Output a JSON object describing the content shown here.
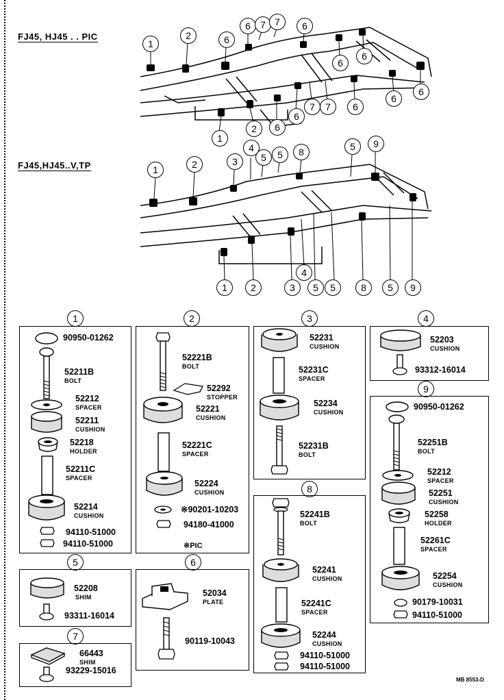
{
  "headers": {
    "pic": "FJ45, HJ45 . . PIC",
    "vtp": "FJ45,HJ45..V,TP"
  },
  "callouts_pic": [
    "1",
    "2",
    "6",
    "6",
    "7",
    "7",
    "6",
    "6",
    "6",
    "6",
    "1",
    "2",
    "6",
    "6",
    "7",
    "7",
    "6",
    "6",
    "6"
  ],
  "callouts_vtp": [
    "1",
    "2",
    "3",
    "4",
    "5",
    "5",
    "8",
    "5",
    "9",
    "1",
    "2",
    "3",
    "4",
    "5",
    "5",
    "8",
    "5",
    "9"
  ],
  "section_titles": [
    "1",
    "2",
    "3",
    "4",
    "5",
    "6",
    "7",
    "8",
    "9"
  ],
  "sec1": {
    "p1": "90950-01262",
    "p2": "52211B",
    "p2d": "BOLT",
    "p3": "52212",
    "p3d": "SPACER",
    "p4": "52211",
    "p4d": "CUSHION",
    "p5": "52218",
    "p5d": "HOLDER",
    "p6": "52211C",
    "p6d": "SPACER",
    "p7": "52214",
    "p7d": "CUSHION",
    "p8": "94110-51000",
    "p9": "94110-51000"
  },
  "sec2": {
    "p1": "52221B",
    "p1d": "BOLT",
    "p2": "52292",
    "p2d": "STOPPER",
    "p3": "52221",
    "p3d": "CUSHION",
    "p4": "52221C",
    "p4d": "SPACER",
    "p5": "52224",
    "p5d": "CUSHION",
    "p6": "※90201-10203",
    "p7": "94180-41000",
    "note": "※PIC"
  },
  "sec3": {
    "p1": "52231",
    "p1d": "CUSHION",
    "p2": "52231C",
    "p2d": "SPACER",
    "p3": "52234",
    "p3d": "CUSHION",
    "p4": "52231B",
    "p4d": "BOLT"
  },
  "sec4": {
    "p1": "52203",
    "p1d": "CUSHION",
    "p2": "93312-16014"
  },
  "sec5": {
    "p1": "52208",
    "p1d": "SHIM",
    "p2": "93311-16014"
  },
  "sec6": {
    "p1": "52034",
    "p1d": "PLATE",
    "p2": "90119-10043"
  },
  "sec7": {
    "p1": "66443",
    "p1d": "SHIM",
    "p2": "93229-15016"
  },
  "sec8": {
    "p1": "52241B",
    "p1d": "BOLT",
    "p2": "52241",
    "p2d": "CUSHION",
    "p3": "52241C",
    "p3d": "SPACER",
    "p4": "52244",
    "p4d": "CUSHION",
    "p5": "94110-51000",
    "p6": "94110-51000"
  },
  "sec9": {
    "p1": "90950-01262",
    "p2": "52251B",
    "p2d": "BOLT",
    "p3": "52212",
    "p3d": "SPACER",
    "p4": "52251",
    "p4d": "CUSHION",
    "p5": "52258",
    "p5d": "HOLDER",
    "p6": "52261C",
    "p6d": "SPACER",
    "p7": "52254",
    "p7d": "CUSHION",
    "p8": "90179-10031",
    "p9": "94110-51000"
  },
  "code": "MB 8553-D"
}
